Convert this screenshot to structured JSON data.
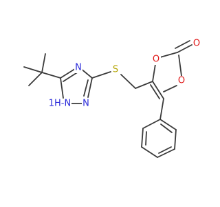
{
  "molecule": {
    "atoms": {
      "n_triazole_top": "N",
      "n_triazole_bottom": "N",
      "nh_triazole": "1H-N",
      "s_thioether": "S",
      "o_ring_top": "O",
      "o_ring_bottom": "O",
      "o_carbonyl": "O"
    }
  },
  "colors": {
    "bond": "#3a3a3a",
    "nitrogen": "#2b2bd9",
    "oxygen": "#e01818",
    "sulfur": "#b3a400",
    "carbon": "#3a3a3a"
  }
}
